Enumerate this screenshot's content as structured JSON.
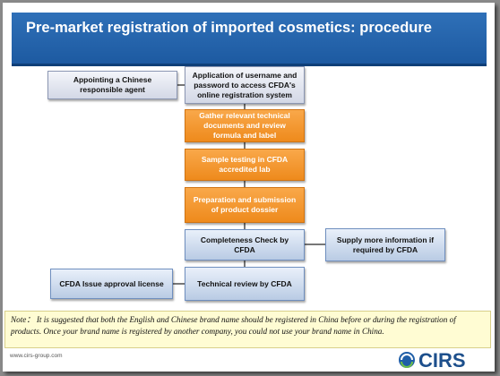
{
  "title": "Pre-market registration of imported cosmetics: procedure",
  "boxes": {
    "appointing_agent": "Appointing a Chinese responsible agent",
    "application": "Application of username and password to access CFDA's online registration system",
    "gather": "Gather relevant technical documents and review formula and label",
    "sample_testing": "Sample testing in CFDA accredited lab",
    "preparation": "Preparation and submission of product dossier",
    "completeness": "Completeness Check by CFDA",
    "supply_more": "Supply more information if required by CFDA",
    "technical_review": "Technical review by CFDA",
    "issue_license": "CFDA Issue approval license"
  },
  "note": "Note： It is suggested that both the English and Chinese brand name should be registered in China before or during the registration of products. Once your brand name is registered by another company, you could not use your brand name in China.",
  "footer": "www.cirs-group.com",
  "logo": "CIRS",
  "colors": {
    "title_bar": "#1d5aa1",
    "orange_box": "#f39a2f",
    "gray_box": "#d3d8e6",
    "blue_box": "#b9cbe4",
    "note_bg": "#fffcd3"
  }
}
